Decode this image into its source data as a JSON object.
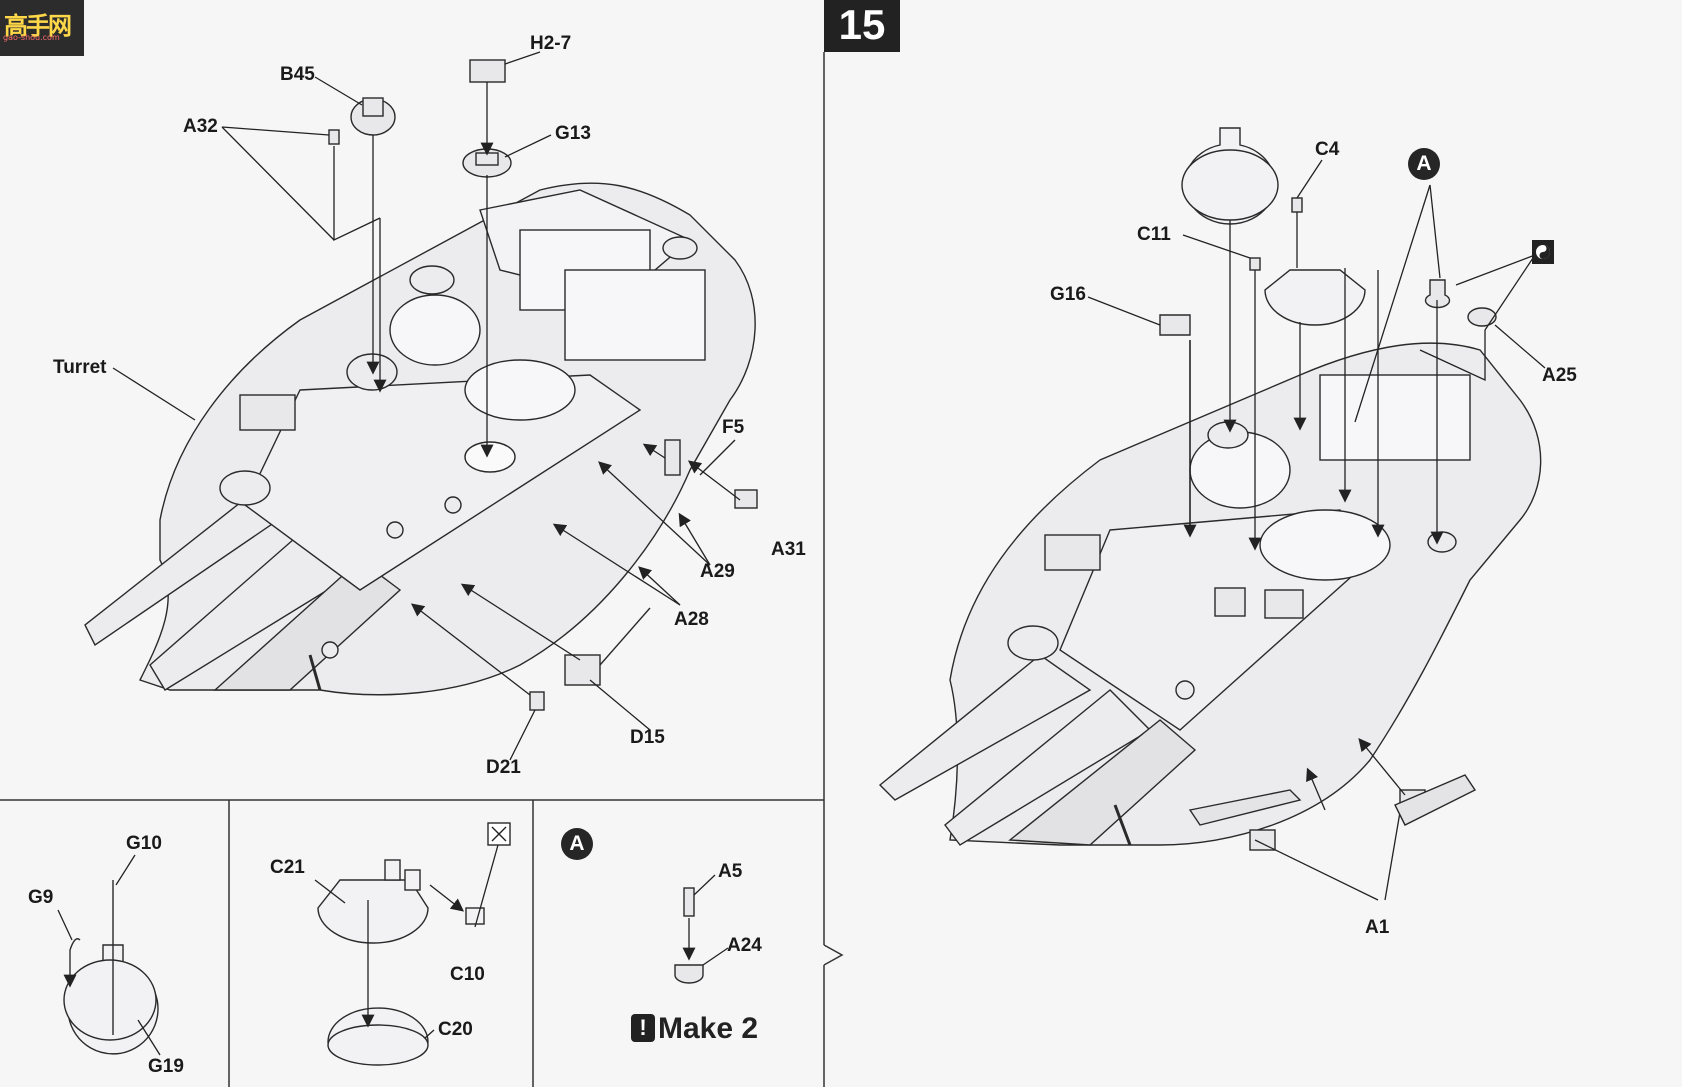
{
  "logo": {
    "text": "高手网",
    "url": "gao-shou.com"
  },
  "step_number": "15",
  "left_labels": {
    "h2_7": "H2-7",
    "b45": "B45",
    "g13": "G13",
    "a32": "A32",
    "turret": "Turret",
    "f5": "F5",
    "a31": "A31",
    "a29": "A29",
    "a28": "A28",
    "d15": "D15",
    "d21": "D21"
  },
  "right_labels": {
    "c4": "C4",
    "c11": "C11",
    "g16": "G16",
    "a25": "A25",
    "a1": "A1",
    "circle_a": "A"
  },
  "sub_left": {
    "g10": "G10",
    "g9": "G9",
    "g19": "G19"
  },
  "sub_mid": {
    "c21": "C21",
    "c10": "C10",
    "c20": "C20"
  },
  "sub_right": {
    "circle_a": "A",
    "a5": "A5",
    "a24": "A24",
    "make_label": "Make 2",
    "make_mark": "!"
  },
  "colors": {
    "ink": "#1f1f1f",
    "hull": "#ececee",
    "line": "#222222"
  }
}
